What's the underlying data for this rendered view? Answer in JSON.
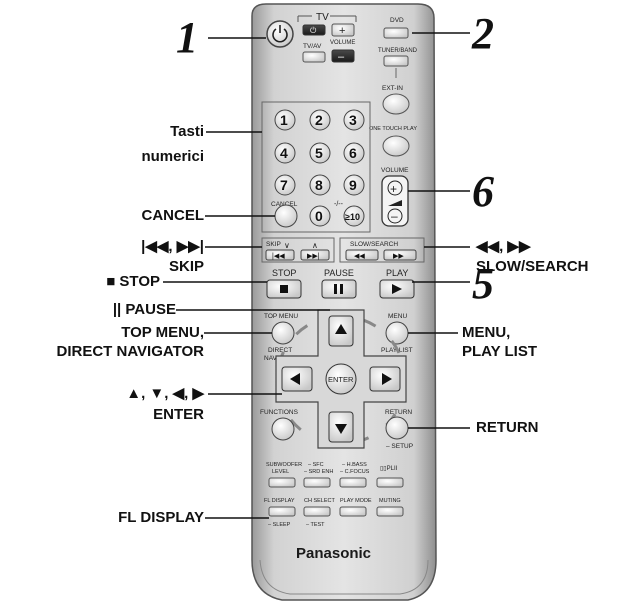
{
  "callouts_left": [
    {
      "id": "tasti",
      "lines": [
        "Tasti",
        "numerici"
      ]
    },
    {
      "id": "cancel",
      "lines": [
        "CANCEL"
      ]
    },
    {
      "id": "skip",
      "lines": [
        "|◀◀, ▶▶|",
        "SKIP"
      ]
    },
    {
      "id": "stop",
      "lines": [
        "■ STOP"
      ]
    },
    {
      "id": "pause",
      "lines": [
        "|| PAUSE"
      ]
    },
    {
      "id": "topmenu",
      "lines": [
        "TOP MENU,",
        "DIRECT NAVIGATOR"
      ]
    },
    {
      "id": "arrows",
      "lines": [
        "▲, ▼, ◀, ▶",
        "ENTER"
      ]
    },
    {
      "id": "fldisplay",
      "lines": [
        "FL DISPLAY"
      ]
    }
  ],
  "callouts_right": [
    {
      "id": "slowsearch",
      "lines": [
        "◀◀, ▶▶",
        "SLOW/SEARCH"
      ]
    },
    {
      "id": "menu",
      "lines": [
        "MENU,",
        "PLAY LIST"
      ]
    },
    {
      "id": "return",
      "lines": [
        "RETURN"
      ]
    }
  ],
  "numbers": {
    "n1": "1",
    "n2": "2",
    "n5": "5",
    "n6": "6"
  },
  "remote": {
    "tv": "TV",
    "tvav": "TV/AV",
    "volume": "VOLUME",
    "dvd": "DVD",
    "tuner": "TUNER/BAND",
    "extin": "EXT-IN",
    "onetouch": "ONE TOUCH PLAY",
    "volume2": "VOLUME",
    "keys": [
      "1",
      "2",
      "3",
      "4",
      "5",
      "6",
      "7",
      "8",
      "9"
    ],
    "key0": "0",
    "key10": "≥10",
    "dashes": "-/--",
    "cancel": "CANCEL",
    "skip": "SKIP",
    "slowsearch": "SLOW/SEARCH",
    "stop": "STOP",
    "pause": "PAUSE",
    "play": "PLAY",
    "topmenu": "TOP MENU",
    "direct1": "DIRECT",
    "direct2": "NAVIGATOR",
    "menu": "MENU",
    "playlist": "PLAY LIST",
    "enter": "ENTER",
    "functions": "FUNCTIONS",
    "return": "RETURN",
    "setup": "– SETUP",
    "sub1": "SUBWOOFER",
    "sub2": "LEVEL",
    "sfc": "– SFC",
    "srd": "– SRD ENH",
    "hbass": "– H.BASS",
    "cfocus": "– C.FOCUS",
    "dpl": "▯▯PLII",
    "fld": "FL DISPLAY",
    "sleep": "– SLEEP",
    "chsel": "CH SELECT",
    "test": "– TEST",
    "playmode": "PLAY MODE",
    "muting": "MUTING",
    "brand": "Panasonic"
  }
}
